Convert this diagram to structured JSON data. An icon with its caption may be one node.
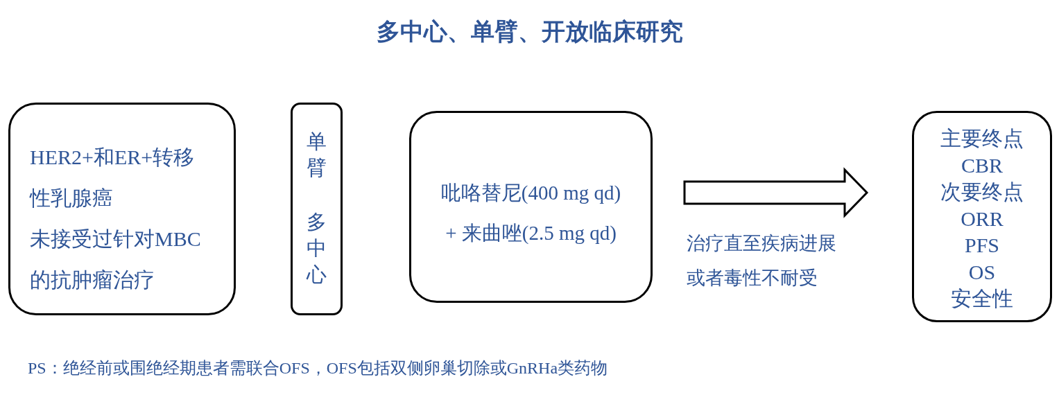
{
  "diagram": {
    "title": "多中心、单臂、开放临床研究",
    "nodes": [
      {
        "text": [
          "HER2+和ER+转移性乳腺癌",
          "未接受过针对MBC的抗肿瘤治疗"
        ]
      },
      {
        "text": [
          "单臂",
          "多中心"
        ]
      },
      {
        "text": [
          "吡咯替尼(400 mg qd)",
          "+ 来曲唑(2.5 mg qd)"
        ]
      },
      {
        "text": [
          "主要终点",
          "CBR",
          "次要终点",
          "ORR",
          "PFS",
          "OS",
          "安全性"
        ]
      }
    ],
    "edges": [
      {
        "from": 2,
        "to": 3,
        "arrow": "to",
        "label": "治疗直至疾病进展或者毒性不耐受"
      }
    ],
    "labels": [
      "PS：绝经前或围绝经期患者需联合OFS，OFS包括双侧卵巢切除或GnRHa类药物"
    ]
  }
}
